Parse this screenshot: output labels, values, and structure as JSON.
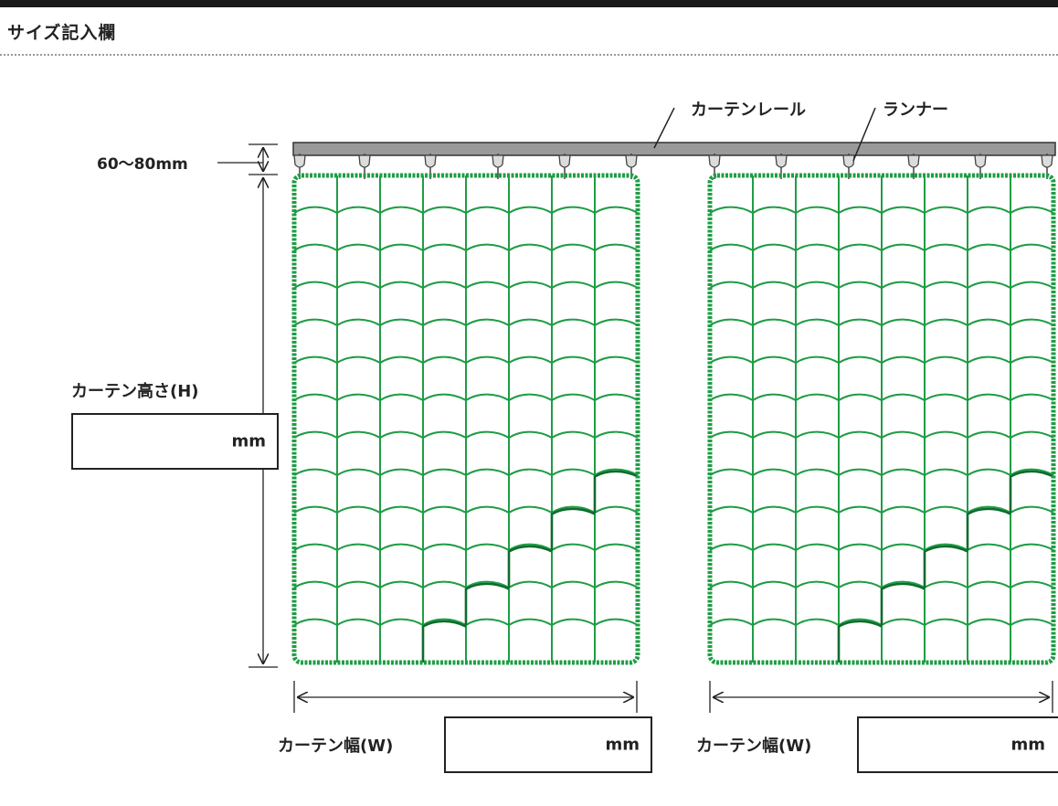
{
  "header": {
    "title": "サイズ記入欄"
  },
  "diagram": {
    "rail_label": "カーテンレール",
    "runner_label": "ランナー",
    "gap_label": "60〜80mm",
    "height_label": "カーテン高さ(H)",
    "height_unit": "mm",
    "width_left_label": "カーテン幅(W)",
    "width_left_unit": "mm",
    "width_right_label": "カーテン幅(W)",
    "width_right_unit": "mm"
  },
  "colors": {
    "net": "#1f9d45",
    "net_dark": "#0f6b2e",
    "rail": "#9a9a9a",
    "line": "#222222"
  }
}
